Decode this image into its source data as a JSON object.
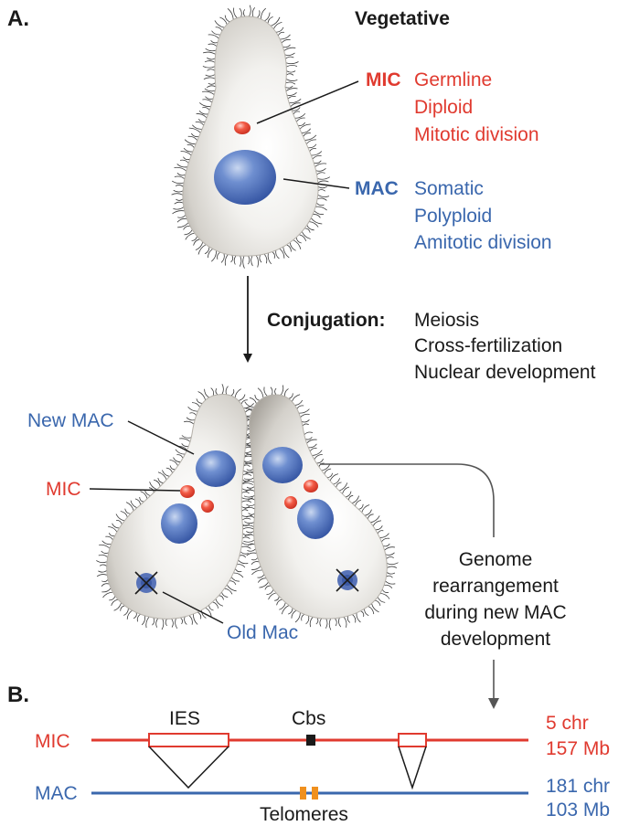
{
  "panel_a": {
    "label": "A.",
    "vegetative_title": "Vegetative",
    "mic": {
      "name": "MIC",
      "props": [
        "Germline",
        "Diploid",
        "Mitotic division"
      ]
    },
    "mac": {
      "name": "MAC",
      "props": [
        "Somatic",
        "Polyploid",
        "Amitotic division"
      ]
    },
    "conjugation": {
      "title": "Conjugation:",
      "steps": [
        "Meiosis",
        "Cross-fertilization",
        "Nuclear development"
      ]
    },
    "new_mac_label": "New MAC",
    "mic_label": "MIC",
    "old_mac_label": "Old Mac",
    "rearrangement_lines": [
      "Genome",
      "rearrangement",
      "during new MAC",
      "development"
    ]
  },
  "panel_b": {
    "label": "B.",
    "mic_row": {
      "name": "MIC",
      "stats": [
        "5 chr",
        "157 Mb"
      ]
    },
    "mac_row": {
      "name": "MAC",
      "stats": [
        "181 chr",
        "103 Mb"
      ]
    },
    "ies_label": "IES",
    "cbs_label": "Cbs",
    "telomeres_label": "Telomeres"
  },
  "colors": {
    "mic_red": "#e03a2f",
    "mac_blue": "#3a67ad",
    "telomere_orange": "#f0901e",
    "cell_gray": "#d9d6d0"
  }
}
